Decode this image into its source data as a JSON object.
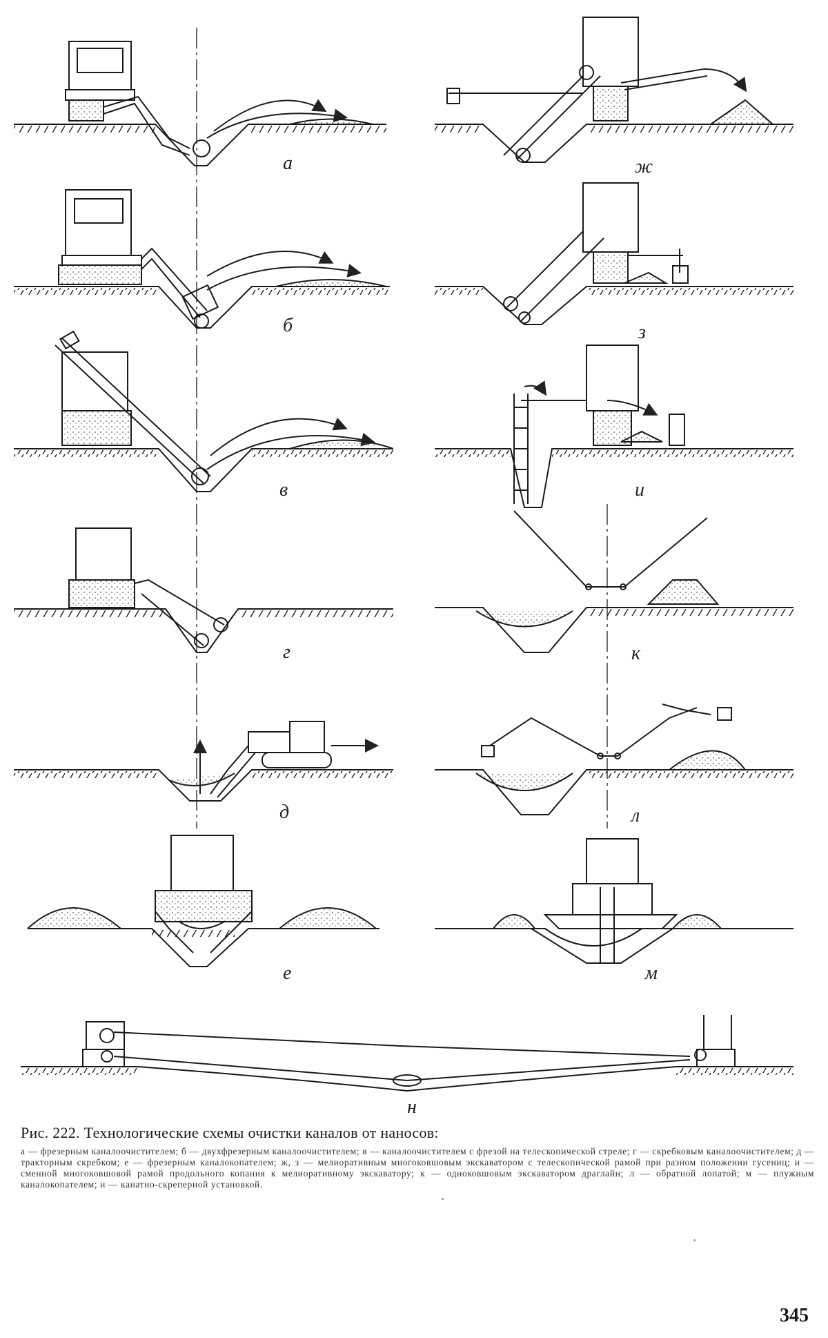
{
  "figure": {
    "panel_labels": {
      "a": "а",
      "b": "б",
      "v": "в",
      "g": "г",
      "d": "д",
      "e": "е",
      "zh": "ж",
      "z": "з",
      "i": "и",
      "k": "к",
      "l": "л",
      "m": "м",
      "n": "н"
    }
  },
  "caption": {
    "title": "Рис. 222. Технологические схемы очистки каналов от наносов:",
    "body": "а — фрезерным каналоочистителем; б — двухфрезерным каналоочистителем; в — каналоочистителем с фрезой на телескопической стреле; г — скребковым каналоочистителем; д — тракторным скребком; е — фрезерным каналокопателем; ж, з — мелиоративным многоковшовым экскаватором с телескопической рамой при разном положении гусениц; и — сменной многоковшовой рамой продольного копания к мелиоративному экскаватору; к — одноковшовым экскаватором драглайн; л — обратной лопатой; м — плужным каналокопателем; н — канатно-скреперной установкой."
  },
  "page_number": "345"
}
